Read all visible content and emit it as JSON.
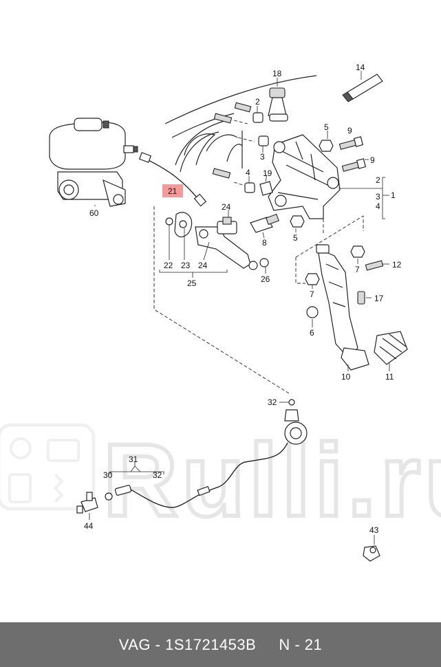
{
  "watermark": {
    "text": "Rulli.ru"
  },
  "colors": {
    "highlight": "#f59a9a",
    "footer_bg": "#6e6e6e",
    "footer_text": "#ffffff"
  },
  "callouts": {
    "c1": "1",
    "c2a": "2",
    "c2b": "2",
    "c3a": "3",
    "c3b": "3",
    "c4a": "4",
    "c4b": "4",
    "c5a": "5",
    "c5b": "5",
    "c6": "6",
    "c7a": "7",
    "c7b": "7",
    "c8": "8",
    "c9a": "9",
    "c9b": "9",
    "c10": "10",
    "c11": "11",
    "c12": "12",
    "c14": "14",
    "c17": "17",
    "c18": "18",
    "c19": "19",
    "c21": "21",
    "c22": "22",
    "c23": "23",
    "c24a": "24",
    "c24b": "24",
    "c25": "25",
    "c26": "26",
    "c30": "30",
    "c31": "31",
    "c32a": "32",
    "c32b": "32",
    "c43": "43",
    "c44": "44",
    "c60": "60"
  },
  "footer": {
    "text": "VAG - 1S1721453B     N - 21"
  }
}
